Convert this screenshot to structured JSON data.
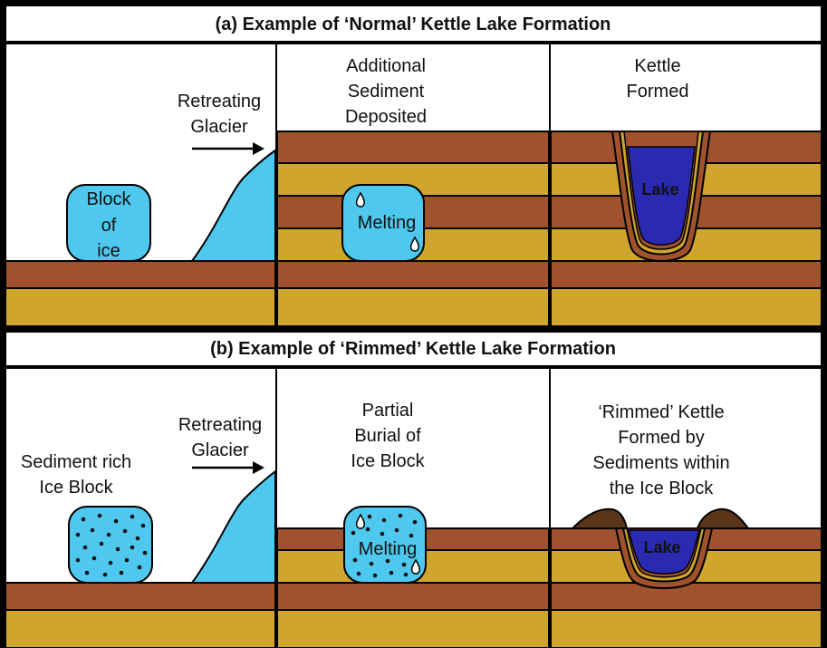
{
  "panel_a": {
    "title": "(a) Example of ‘Normal’ Kettle Lake Formation",
    "col1": {
      "ice_label": [
        "Block",
        "of",
        "ice"
      ],
      "glacier_label": [
        "Retreating",
        "Glacier"
      ]
    },
    "col2": {
      "caption": [
        "Additional",
        "Sediment",
        "Deposited"
      ],
      "ice_label": "Melting"
    },
    "col3": {
      "caption": [
        "Kettle",
        "Formed"
      ],
      "lake_label": "Lake"
    }
  },
  "panel_b": {
    "title": "(b) Example of ‘Rimmed’ Kettle Lake Formation",
    "col1": {
      "ice_label": [
        "Sediment rich",
        "Ice Block"
      ],
      "glacier_label": [
        "Retreating",
        "Glacier"
      ]
    },
    "col2": {
      "caption": [
        "Partial",
        "Burial of",
        "Ice Block"
      ],
      "ice_label": "Melting"
    },
    "col3": {
      "caption": [
        "‘Rimmed’ Kettle",
        "Formed by",
        "Sediments within",
        "the Ice Block"
      ],
      "lake_label": "Lake"
    }
  },
  "colors": {
    "frame": "#000000",
    "sky": "#ffffff",
    "brown": "#a0522d",
    "gold": "#cfa52e",
    "ice": "#4ec8ee",
    "lake": "#2a2ab0",
    "rim": "#5b3519"
  }
}
